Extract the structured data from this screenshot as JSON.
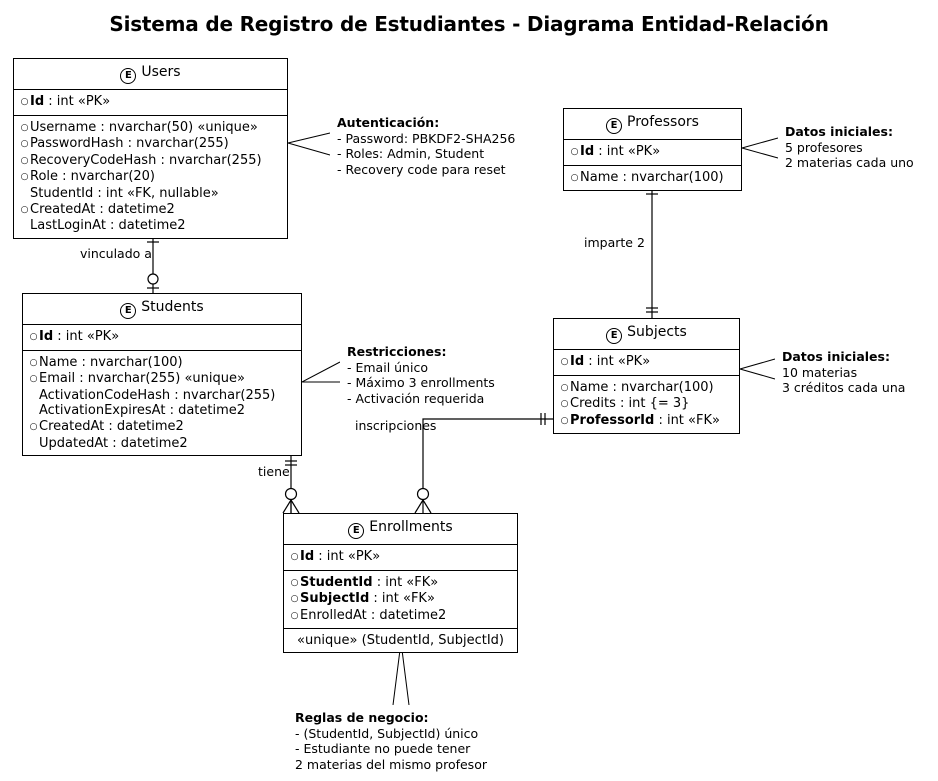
{
  "diagram": {
    "title": "Sistema de Registro de Estudiantes - Diagrama Entidad-Relación",
    "stereotype_glyph": "E"
  },
  "entities": {
    "users": {
      "name": "Users",
      "pk": [
        {
          "bullet": "o",
          "bold": "Id",
          "rest": " : int «PK»"
        }
      ],
      "attributes": [
        {
          "bullet": "o",
          "bold": "",
          "rest": "Username : nvarchar(50) «unique»"
        },
        {
          "bullet": "o",
          "bold": "",
          "rest": "PasswordHash : nvarchar(255)"
        },
        {
          "bullet": "o",
          "bold": "",
          "rest": "RecoveryCodeHash : nvarchar(255)"
        },
        {
          "bullet": "o",
          "bold": "",
          "rest": "Role : nvarchar(20)"
        },
        {
          "bullet": "",
          "bold": "",
          "rest": "StudentId : int «FK, nullable»"
        },
        {
          "bullet": "o",
          "bold": "",
          "rest": "CreatedAt : datetime2"
        },
        {
          "bullet": "",
          "bold": "",
          "rest": "LastLoginAt : datetime2"
        }
      ]
    },
    "students": {
      "name": "Students",
      "pk": [
        {
          "bullet": "o",
          "bold": "Id",
          "rest": " : int «PK»"
        }
      ],
      "attributes": [
        {
          "bullet": "o",
          "bold": "",
          "rest": "Name : nvarchar(100)"
        },
        {
          "bullet": "o",
          "bold": "",
          "rest": "Email : nvarchar(255) «unique»"
        },
        {
          "bullet": "",
          "bold": "",
          "rest": "ActivationCodeHash : nvarchar(255)"
        },
        {
          "bullet": "",
          "bold": "",
          "rest": "ActivationExpiresAt : datetime2"
        },
        {
          "bullet": "o",
          "bold": "",
          "rest": "CreatedAt : datetime2"
        },
        {
          "bullet": "",
          "bold": "",
          "rest": "UpdatedAt : datetime2"
        }
      ]
    },
    "professors": {
      "name": "Professors",
      "pk": [
        {
          "bullet": "o",
          "bold": "Id",
          "rest": " : int «PK»"
        }
      ],
      "attributes": [
        {
          "bullet": "o",
          "bold": "",
          "rest": "Name : nvarchar(100)"
        }
      ]
    },
    "subjects": {
      "name": "Subjects",
      "pk": [
        {
          "bullet": "o",
          "bold": "Id",
          "rest": " : int «PK»"
        }
      ],
      "attributes": [
        {
          "bullet": "o",
          "bold": "",
          "rest": "Name : nvarchar(100)"
        },
        {
          "bullet": "o",
          "bold": "",
          "rest": "Credits : int {= 3}"
        },
        {
          "bullet": "o",
          "bold": "ProfessorId",
          "rest": " : int «FK»"
        }
      ]
    },
    "enrollments": {
      "name": "Enrollments",
      "pk": [
        {
          "bullet": "o",
          "bold": "Id",
          "rest": " : int «PK»"
        }
      ],
      "attributes": [
        {
          "bullet": "o",
          "bold": "StudentId",
          "rest": " : int «FK»"
        },
        {
          "bullet": "o",
          "bold": "SubjectId",
          "rest": " : int «FK»"
        },
        {
          "bullet": "o",
          "bold": "",
          "rest": "EnrolledAt : datetime2"
        }
      ],
      "footer": "«unique» (StudentId, SubjectId)"
    }
  },
  "notes": {
    "autenticacion": {
      "title": "Autenticación:",
      "lines": [
        "- Password: PBKDF2-SHA256",
        "- Roles: Admin, Student",
        "- Recovery code para reset"
      ]
    },
    "datos_profesores": {
      "title": "Datos iniciales:",
      "lines": [
        "5 profesores",
        "2 materias cada uno"
      ]
    },
    "restricciones": {
      "title": "Restricciones:",
      "lines": [
        "- Email único",
        "- Máximo 3 enrollments",
        "- Activación requerida"
      ]
    },
    "datos_materias": {
      "title": "Datos iniciales:",
      "lines": [
        "10 materias",
        "3 créditos cada una"
      ]
    },
    "reglas_negocio": {
      "title": "Reglas de negocio:",
      "lines": [
        "- (StudentId, SubjectId) único",
        "- Estudiante no puede tener",
        "  2 materias del mismo profesor"
      ]
    }
  },
  "relationships": {
    "users_students": {
      "label": "vinculado a"
    },
    "professors_subjects": {
      "label": "imparte 2"
    },
    "students_enrollments": {
      "label": "tiene"
    },
    "subjects_enrollments": {
      "label": "inscripciones"
    }
  },
  "colors": {
    "line": "#000000",
    "background": "#ffffff",
    "text": "#000000"
  }
}
